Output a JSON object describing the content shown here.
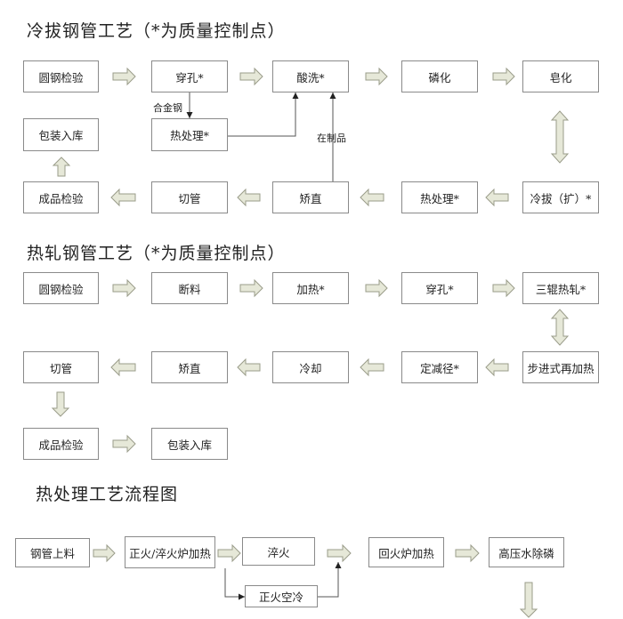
{
  "colors": {
    "arrow_fill": "#e6e8d8",
    "arrow_stroke": "#9a9c8a",
    "box_border": "#8a8a8a",
    "line": "#555555"
  },
  "cold": {
    "title": "冷拔钢管工艺（*为质量控制点）",
    "boxes": [
      "圆钢检验",
      "穿孔*",
      "酸洗*",
      "磷化",
      "皂化",
      "包装入库",
      "热处理*",
      "成品检验",
      "切管",
      "矫直",
      "热处理*",
      "冷拔（扩）*"
    ],
    "labels": {
      "alloy": "合金钢",
      "wip": "在制品"
    }
  },
  "hot": {
    "title": "热轧钢管工艺（*为质量控制点）",
    "boxes": [
      "圆钢检验",
      "断料",
      "加热*",
      "穿孔*",
      "三辊热轧*",
      "切管",
      "矫直",
      "冷却",
      "定减径*",
      "步进式再加热",
      "成品检验",
      "包装入库"
    ]
  },
  "heat": {
    "title": "热处理工艺流程图",
    "boxes": [
      "钢管上料",
      "正火/淬火炉加热",
      "淬火",
      "回火炉加热",
      "高压水除磷",
      "正火空冷"
    ]
  }
}
